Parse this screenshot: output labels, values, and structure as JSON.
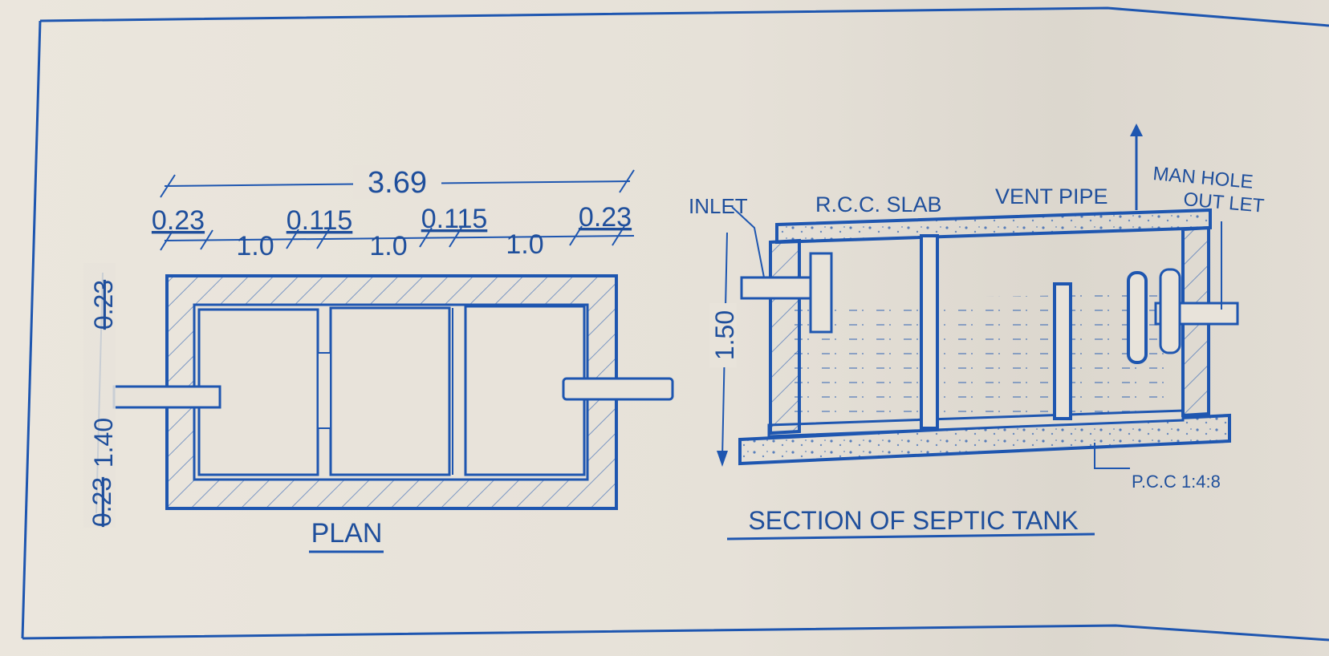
{
  "plan": {
    "dims": {
      "total": "3.69",
      "wall_left": "0.23",
      "chamber1": "1.0",
      "partition1": "0.115",
      "chamber2": "1.0",
      "partition2": "0.115",
      "chamber3": "1.0",
      "wall_right": "0.23"
    },
    "width_dims": {
      "wall_bottom": "0.23",
      "inner": "1.40",
      "wall_top": "0.23"
    },
    "title": "PLAN"
  },
  "section": {
    "labels": {
      "inlet": "INLET",
      "rcc_slab": "R.C.C. SLAB",
      "vent_pipe": "VENT PIPE",
      "man_hole": "MAN HOLE",
      "outlet": "OUT LET",
      "pcc": "P.C.C 1:4:8"
    },
    "height_dim": "1.50",
    "title": "SECTION OF SEPTIC TANK"
  },
  "colors": {
    "ink": "#1e56b0",
    "paper": "#e7e2d9"
  }
}
